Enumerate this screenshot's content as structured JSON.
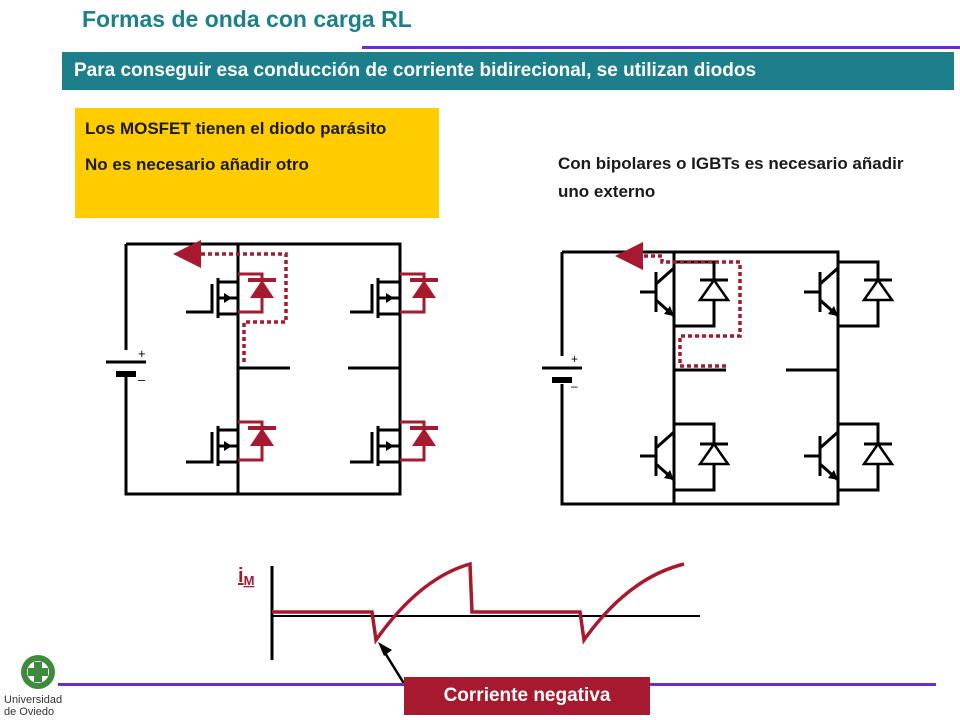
{
  "slide": {
    "title": "Formas de onda con carga RL",
    "banner": "Para conseguir esa conducción de corriente bidirecional, se utilizan diodos"
  },
  "mosfet_note": {
    "line1": "Los MOSFET tienen el diodo parásito",
    "line2": "No es necesario añadir otro"
  },
  "igbt_note": {
    "text": "Con bipolares o IGBTs es necesario añadir uno externo"
  },
  "circuit_left": {
    "battery_plus": "+",
    "battery_minus": "–"
  },
  "circuit_right": {
    "battery_plus": "+",
    "battery_minus": "–"
  },
  "waveform": {
    "label_main": "i",
    "label_sub": "M"
  },
  "callout": {
    "text": "Corriente negativa"
  },
  "logo": {
    "line1": "Universidad",
    "line2": "de Oviedo"
  },
  "colors": {
    "teal": "#1d7f8c",
    "yellow": "#ffcc00",
    "crimson": "#a6192e",
    "purple": "#6a2cd0",
    "logo_green": "#3f8a3c"
  }
}
